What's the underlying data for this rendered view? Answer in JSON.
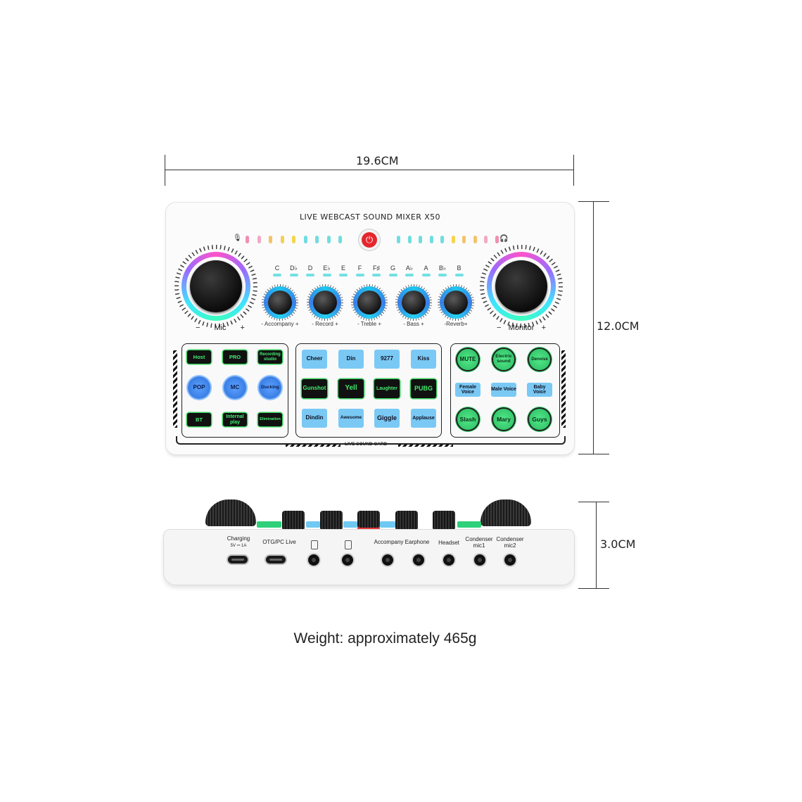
{
  "dimensions": {
    "width": "19.6CM",
    "height": "12.0CM",
    "depth": "3.0CM"
  },
  "device_title": "LIVE WEBCAST SOUND MIXER X50",
  "power_icon": "power-icon",
  "level_leds_left": [
    "#f28db4",
    "#f2a9c4",
    "#f5c26a",
    "#f5cf56",
    "#f5d44a",
    "#6fdde0",
    "#6fdde0",
    "#6fdde0",
    "#6fdde0"
  ],
  "level_leds_right": [
    "#6fdde0",
    "#6fdde0",
    "#6fdde0",
    "#6fdde0",
    "#6fdde0",
    "#f5d44a",
    "#f5c26a",
    "#f5c26a",
    "#f2a9c4",
    "#f28db4"
  ],
  "notes": [
    "C",
    "D♭",
    "D",
    "E♭",
    "E",
    "F",
    "F♯",
    "G",
    "A♭",
    "A",
    "B♭",
    "B"
  ],
  "big_knobs": {
    "mic_minus": "−",
    "mic": "Mic",
    "mic_plus": "+",
    "monitor_minus": "−",
    "monitor": "Monitor",
    "monitor_plus": "+"
  },
  "small_knobs": [
    "- Accompany +",
    "- Record +",
    "- Treble +",
    "- Bass +",
    "-Reverb+"
  ],
  "left_panel": {
    "row1": [
      "Host",
      "PRO",
      "Recording studio"
    ],
    "row2": [
      "POP",
      "MC",
      "Ducking"
    ],
    "row3": [
      "BT",
      "Internal play",
      "Elimination"
    ]
  },
  "middle_panel": {
    "row1": [
      "Cheer",
      "Din",
      "9277",
      "Kiss"
    ],
    "row2": [
      "Gunshot",
      "Yell",
      "Laughter",
      "PUBG"
    ],
    "row3": [
      "Dindin",
      "Awesome",
      "Giggle",
      "Applause"
    ]
  },
  "right_panel": {
    "row1": [
      "MUTE",
      "Electric sound",
      "Denoise"
    ],
    "row2": [
      "Female Voice",
      "Male Voice",
      "Baby Voice"
    ],
    "row3": [
      "Slash",
      "Mary",
      "Guys"
    ]
  },
  "footer_label": "LIVE SOUND CARD",
  "ports": {
    "charging": "Charging",
    "charging_spec": "5V ⎓ 1A",
    "otg": "OTG/PC Live",
    "accompany": "Accompany",
    "earphone": "Earphone",
    "headset": "Headset",
    "condenser1": "Condenser mic1",
    "condenser2": "Condenser mic2"
  },
  "weight": "Weight: approximately 465g"
}
